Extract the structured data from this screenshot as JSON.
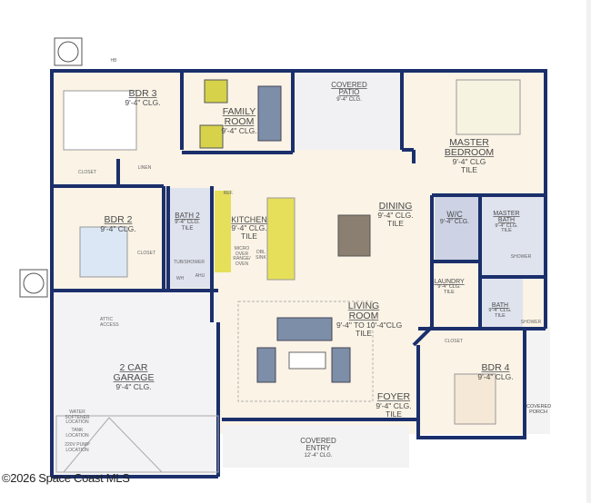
{
  "rooms": [
    {
      "id": "bdr3",
      "title": "BDR 3",
      "ceiling": "9'-4\" CLG."
    },
    {
      "id": "family",
      "title": "FAMILY ROOM",
      "ceiling": "9'-4\" CLG."
    },
    {
      "id": "patio",
      "title": "COVERED PATIO",
      "ceiling": "9'-4\" CLG."
    },
    {
      "id": "master",
      "title": "MASTER BEDROOM",
      "ceiling": "9'-4\" CLG",
      "extra": "TILE"
    },
    {
      "id": "bdr2",
      "title": "BDR 2",
      "ceiling": "9'-4\" CLG."
    },
    {
      "id": "bath2",
      "title": "BATH 2",
      "ceiling": "9'-4\" CLG.",
      "extra": "TILE"
    },
    {
      "id": "kitchen",
      "title": "KITCHEN",
      "ceiling": "9'-4\" CLG.",
      "extra": "TILE"
    },
    {
      "id": "dining",
      "title": "DINING",
      "ceiling": "9'-4\" CLG.",
      "extra": "TILE"
    },
    {
      "id": "wic",
      "title": "W/C",
      "ceiling": "9'-4\" CLG."
    },
    {
      "id": "mbath",
      "title": "MASTER BATH",
      "ceiling": "9'-4\" CLG.",
      "extra": "TILE"
    },
    {
      "id": "laundry",
      "title": "LAUNDRY",
      "ceiling": "9'-4\" CLG.",
      "extra": "TILE"
    },
    {
      "id": "bath",
      "title": "BATH",
      "ceiling": "9'-4\" CLG.",
      "extra": "TILE"
    },
    {
      "id": "living",
      "title": "LIVING ROOM",
      "ceiling": "9'-4\" TO 10'-4\"CLG",
      "extra": "TILE"
    },
    {
      "id": "garage",
      "title": "2 CAR GARAGE",
      "ceiling": "9'-4\" CLG."
    },
    {
      "id": "foyer",
      "title": "FOYER",
      "ceiling": "9'-4\" CLG.",
      "extra": "TILE"
    },
    {
      "id": "bdr4",
      "title": "BDR 4",
      "ceiling": "9'-4\" CLG."
    },
    {
      "id": "porch",
      "title": "COVERED PORCH"
    },
    {
      "id": "entry",
      "title": "COVERED ENTRY",
      "ceiling": "12'-4\" CLG."
    }
  ],
  "small_labels": {
    "closet": "CLOSET",
    "linen": "LINEN",
    "ref": "REF.",
    "micro": "MICRO OVER RANGE/ OVEN",
    "dbl_sink": "DBL SINK",
    "tub": "TUB/SHOWER",
    "wh": "WH",
    "ahu": "AHU",
    "attic": "ATTIC ACCESS",
    "shower": "SHOWER",
    "water": "WATER SOFTENER LOCATION",
    "tank": "TANK LOCATION",
    "pump": "220V PUMP LOCATION",
    "hb": "HB"
  },
  "copyright": "©2026 Space Coast MLS",
  "colors": {
    "wall": "#1b2f6b",
    "floor": "#faf3e6",
    "tile": "#d6dbe8",
    "accent": "#e6df5a"
  }
}
